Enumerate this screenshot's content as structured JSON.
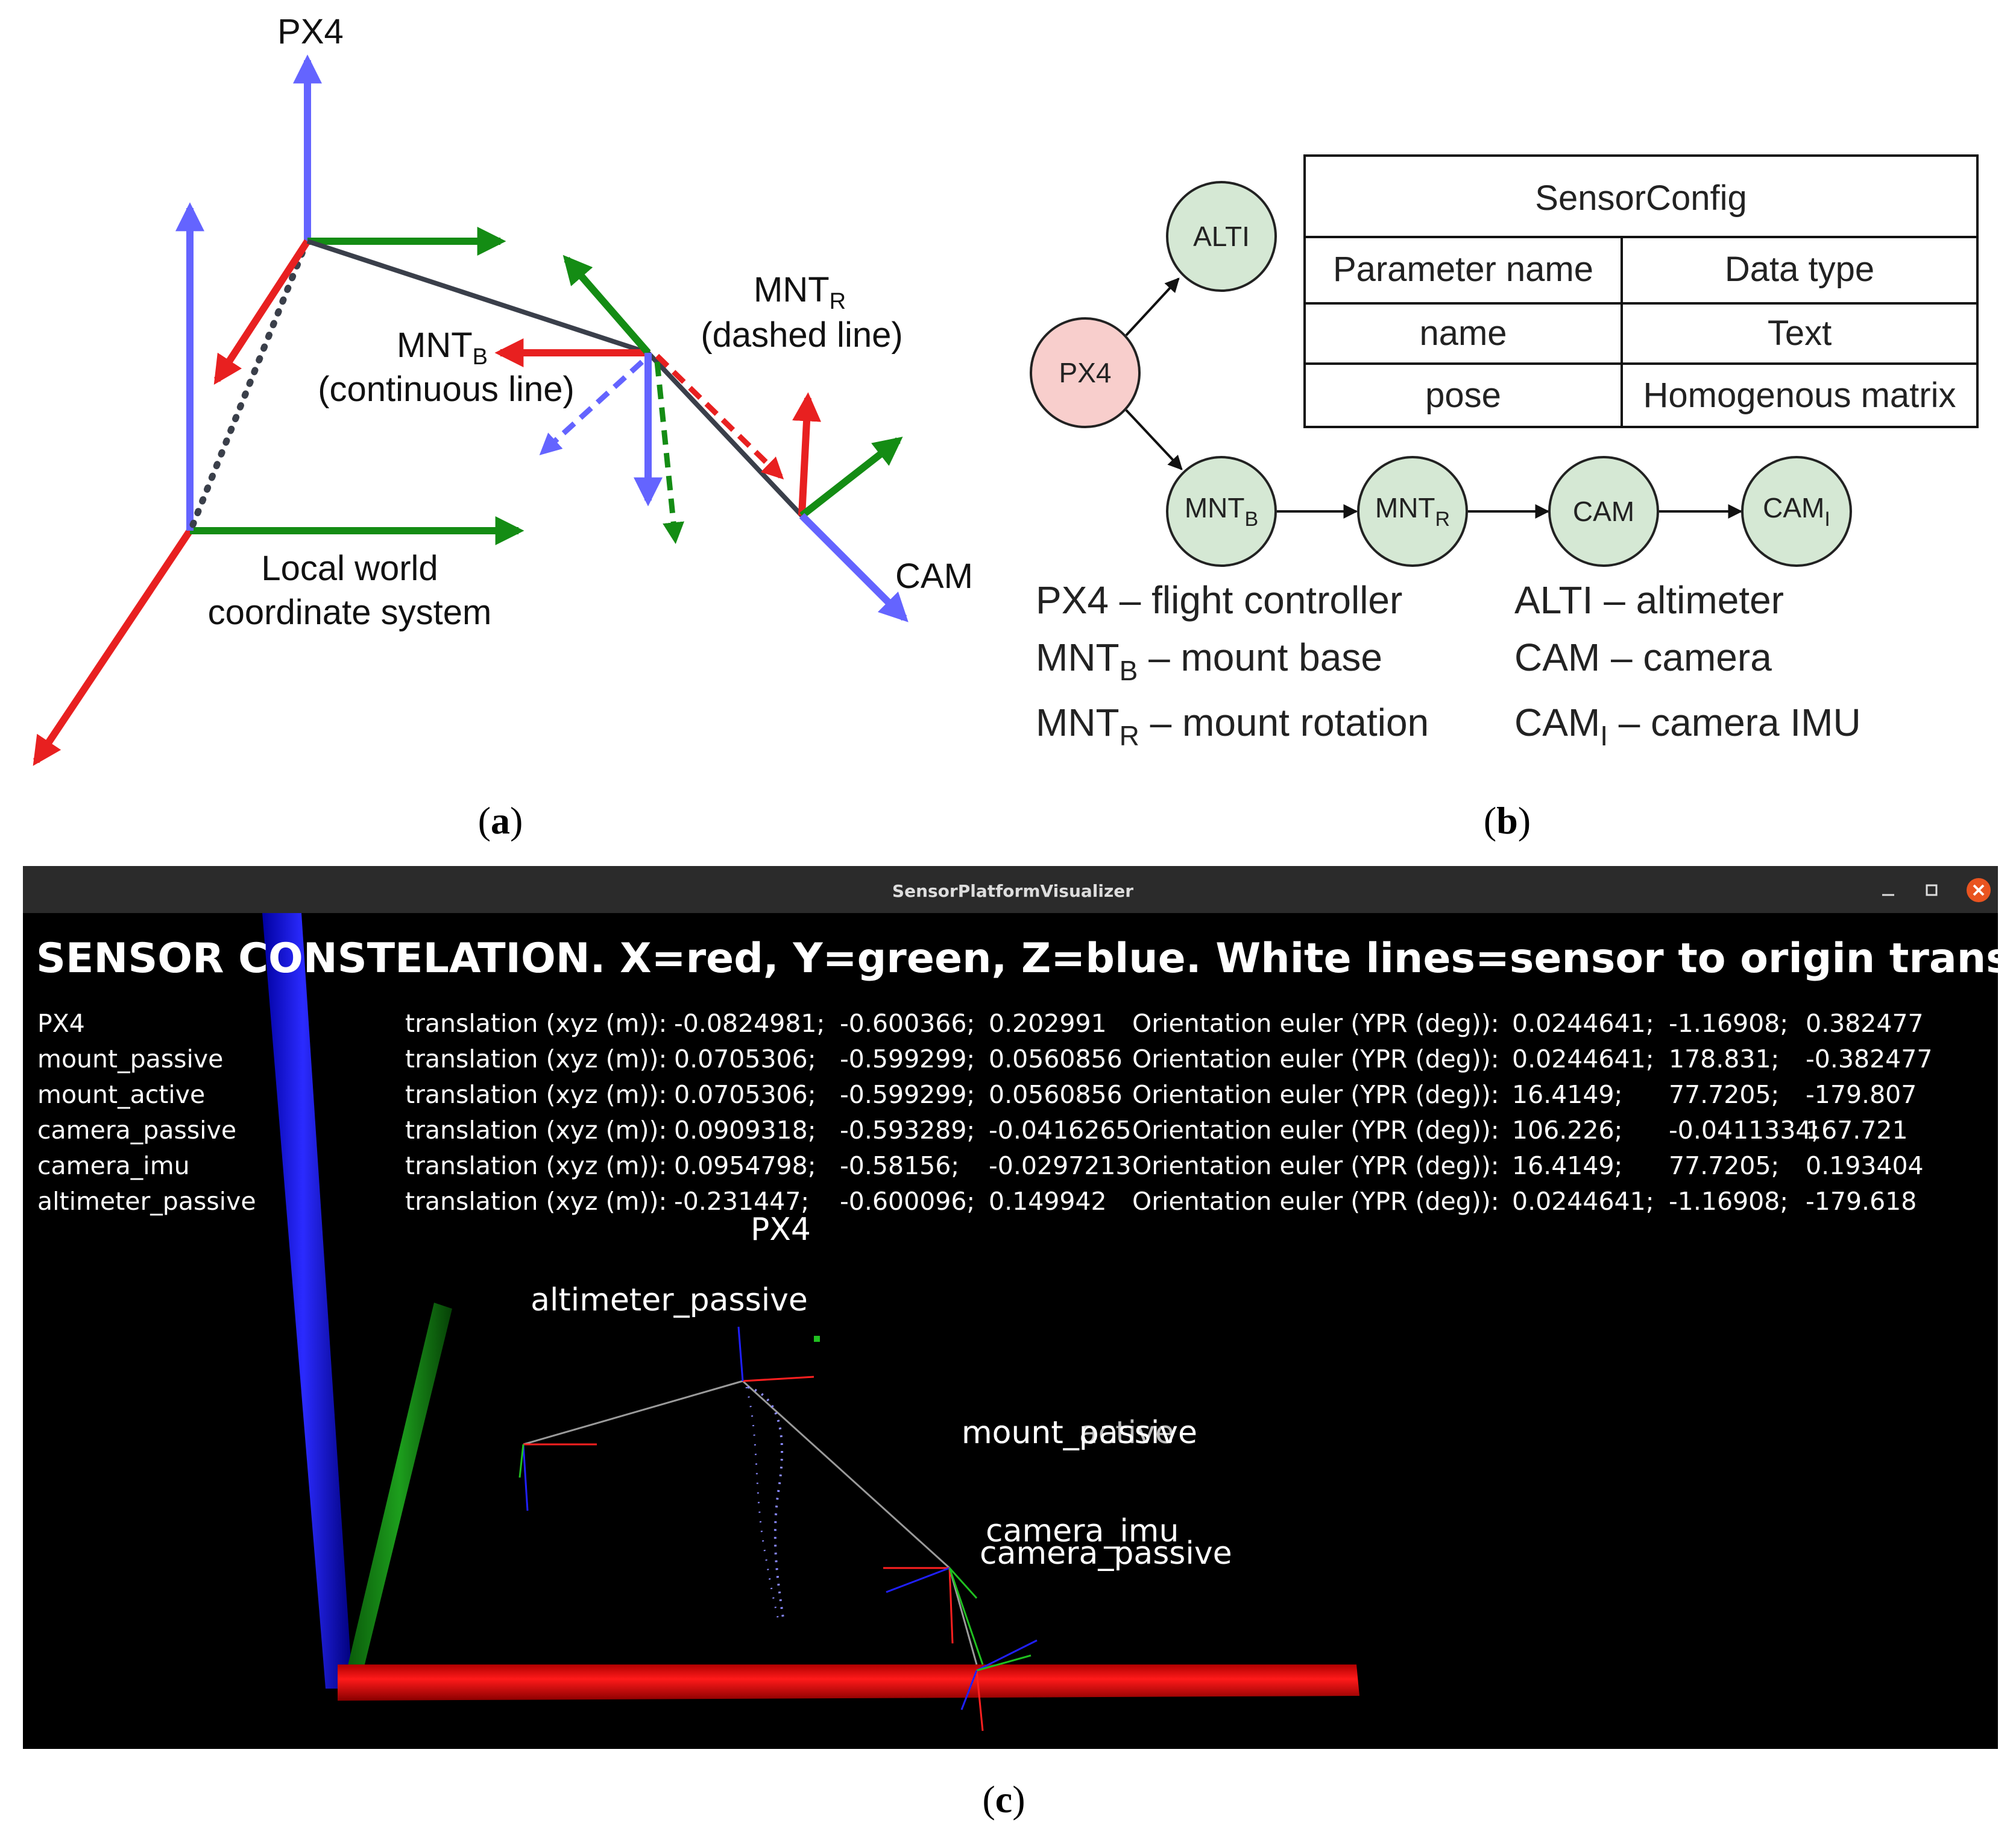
{
  "panel_a": {
    "px4_label": "PX4",
    "cam_label": "CAM",
    "mntb_main": "MNT",
    "mntb_sub": "B",
    "mntb_note": "(continuous line)",
    "mntr_main": "MNT",
    "mntr_sub": "R",
    "mntr_note": "(dashed line)",
    "world_line1": "Local world",
    "world_line2": "coordinate system",
    "caption": "a"
  },
  "panel_b": {
    "nodes": {
      "px4": "PX4",
      "alti": "ALTI",
      "mntb_main": "MNT",
      "mntb_sub": "B",
      "mntr_main": "MNT",
      "mntr_sub": "R",
      "cam": "CAM",
      "cami_main": "CAM",
      "cami_sub": "I"
    },
    "table": {
      "title": "SensorConfig",
      "headers": [
        "Parameter name",
        "Data type"
      ],
      "rows": [
        [
          "name",
          "Text"
        ],
        [
          "pose",
          "Homogenous matrix"
        ]
      ]
    },
    "legend": {
      "px4_key": "PX4",
      "px4_desc": "flight controller",
      "mntb_key": "MNT",
      "mntb_sub": "B",
      "mntb_desc": "mount base",
      "mntr_key": "MNT",
      "mntr_sub": "R",
      "mntr_desc": "mount rotation",
      "alti_key": "ALTI",
      "alti_desc": "altimeter",
      "cam_key": "CAM",
      "cam_desc": "camera",
      "cami_key": "CAM",
      "cami_sub": "I",
      "cami_desc": "camera IMU"
    },
    "caption": "b"
  },
  "panel_c": {
    "window_title": "SensorPlatformVisualizer",
    "viz_title": "SENSOR CONSTELATION. X=red, Y=green, Z=blue. White lines=sensor to origin translation",
    "rows": [
      {
        "name": "PX4",
        "tx": "-0.0824981;",
        "ty": "-0.600366;",
        "tz": "0.202991",
        "oy": "0.0244641;",
        "op": "-1.16908;",
        "or": "0.382477"
      },
      {
        "name": "mount_passive",
        "tx": "0.0705306;",
        "ty": "-0.599299;",
        "tz": "0.0560856",
        "oy": "0.0244641;",
        "op": "178.831;",
        "or": "-0.382477"
      },
      {
        "name": "mount_active",
        "tx": "0.0705306;",
        "ty": "-0.599299;",
        "tz": "0.0560856",
        "oy": "16.4149;",
        "op": "77.7205;",
        "or": "-179.807"
      },
      {
        "name": "camera_passive",
        "tx": "0.0909318;",
        "ty": "-0.593289;",
        "tz": "-0.0416265",
        "oy": "106.226;",
        "op": "-0.0411334;",
        "or": "167.721"
      },
      {
        "name": "camera_imu",
        "tx": "0.0954798;",
        "ty": "-0.58156;",
        "tz": "-0.0297213",
        "oy": "16.4149;",
        "op": "77.7205;",
        "or": "0.193404"
      },
      {
        "name": "altimeter_passive",
        "tx": "-0.231447;",
        "ty": "-0.600096;",
        "tz": "0.149942",
        "oy": "0.0244641;",
        "op": "-1.16908;",
        "or": "-179.618"
      }
    ],
    "translation_label": "translation (xyz (m)):",
    "orientation_label": "Orientation euler (YPR (deg)):",
    "scene_labels": {
      "px4": "PX4",
      "altimeter": "altimeter_passive",
      "mount_a": "mount_passive",
      "mount_b": "mount_active",
      "camera_imu": "camera_imu",
      "camera_passive": "camera_passive"
    },
    "caption": "c"
  },
  "colors": {
    "x_axis": "#e82020",
    "y_axis": "#148c14",
    "z_axis": "#6464ff",
    "node_green": "#d5e8d4",
    "node_red": "#f8cecc"
  }
}
